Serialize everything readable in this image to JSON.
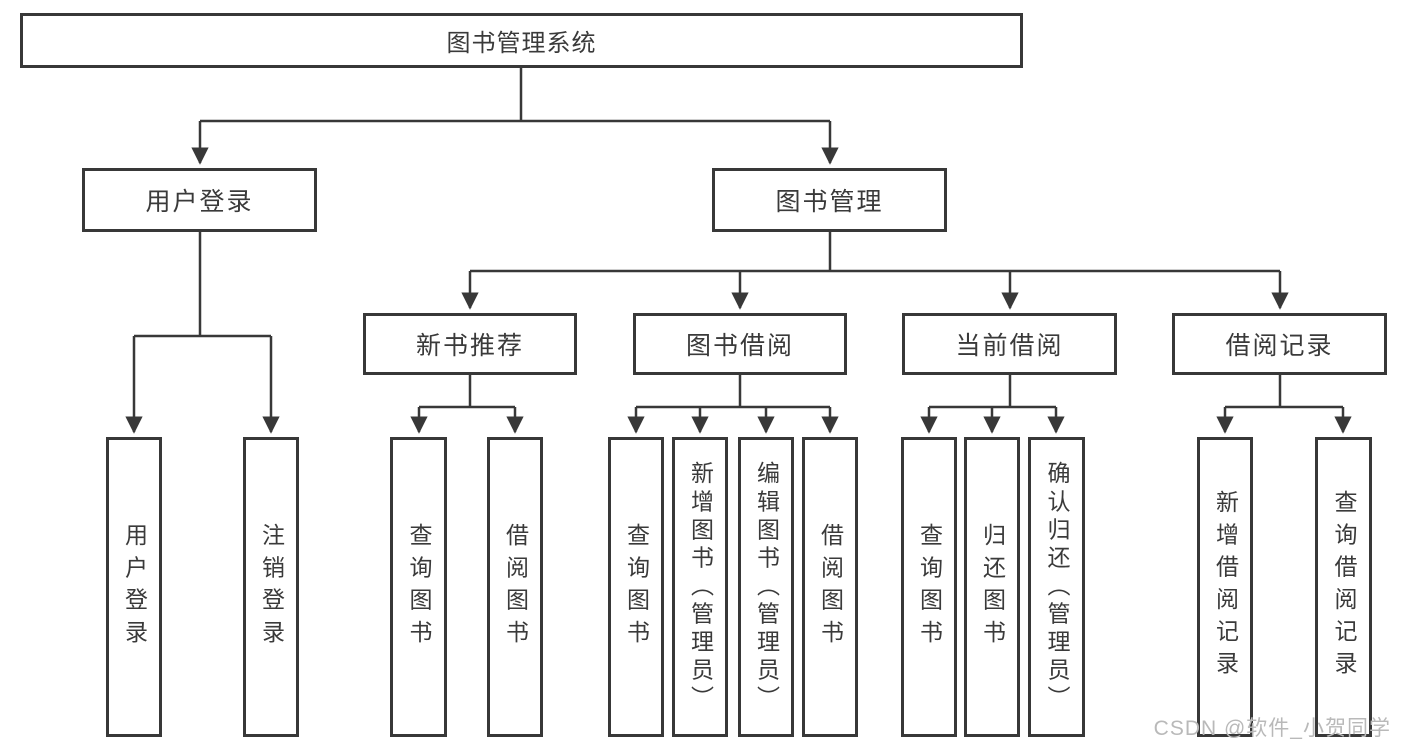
{
  "tree": {
    "root": {
      "label": "图书管理系统"
    },
    "branches": [
      {
        "label": "用户登录",
        "children": [
          {
            "label": "用户登录"
          },
          {
            "label": "注销登录"
          }
        ]
      },
      {
        "label": "图书管理",
        "children": [
          {
            "label": "新书推荐",
            "children": [
              {
                "label": "查询图书"
              },
              {
                "label": "借阅图书"
              }
            ]
          },
          {
            "label": "图书借阅",
            "children": [
              {
                "label": "查询图书"
              },
              {
                "label": "新增图书（管理员）"
              },
              {
                "label": "编辑图书（管理员）"
              },
              {
                "label": "借阅图书"
              }
            ]
          },
          {
            "label": "当前借阅",
            "children": [
              {
                "label": "查询图书"
              },
              {
                "label": "归还图书"
              },
              {
                "label": "确认归还（管理员）"
              }
            ]
          },
          {
            "label": "借阅记录",
            "children": [
              {
                "label": "新增借阅记录"
              },
              {
                "label": "查询借阅记录"
              }
            ]
          }
        ]
      }
    ]
  },
  "watermark": {
    "text": "CSDN @软件_小贺同学",
    "color": "#b9b9b9"
  },
  "colors": {
    "line": "#383838",
    "text": "#3a3a3a",
    "background": "#ffffff"
  }
}
